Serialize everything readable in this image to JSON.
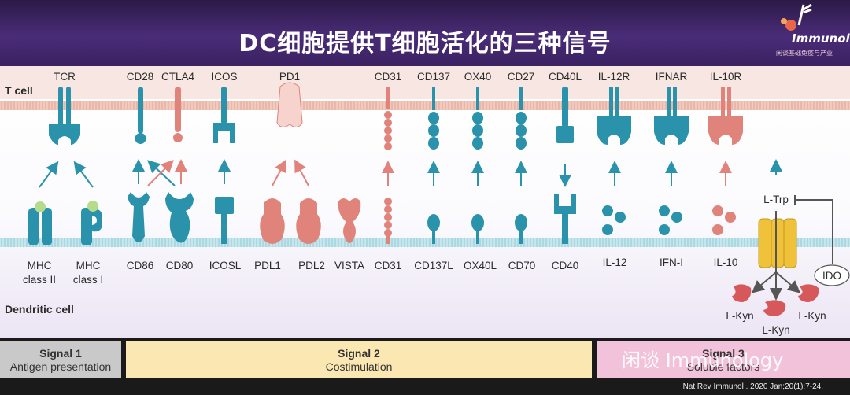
{
  "header": {
    "title": "DC细胞提供T细胞活化的三种信号",
    "logo_text": "Immunology",
    "logo_subtitle": "闲谈基础免疫与产业"
  },
  "cells": {
    "t_cell": "T cell",
    "dendritic_cell": "Dendritic cell"
  },
  "t_receptors": [
    "TCR",
    "CD28",
    "CTLA4",
    "ICOS",
    "PD1",
    "CD31",
    "CD137",
    "OX40",
    "CD27",
    "CD40L",
    "IL-12R",
    "IFNAR",
    "IL-10R"
  ],
  "dc_molecules": {
    "mhc_class_ii": [
      "MHC",
      "class II"
    ],
    "mhc_class_i": [
      "MHC",
      "class I"
    ],
    "ligands": [
      "CD86",
      "CD80",
      "ICOSL",
      "PDL1",
      "PDL2",
      "VISTA",
      "CD31",
      "CD137L",
      "OX40L",
      "CD70",
      "CD40",
      "IL-12",
      "IFN-I",
      "IL-10"
    ]
  },
  "ido_pathway": {
    "trp": "L-Trp",
    "ido": "IDO",
    "kyn": "L-Kyn"
  },
  "signals": [
    {
      "name": "Signal 1",
      "desc": "Antigen presentation"
    },
    {
      "name": "Signal 2",
      "desc": "Costimulation"
    },
    {
      "name": "Signal 3",
      "desc": "Soluble factors"
    }
  ],
  "watermark": "闲谈 Immunology",
  "citation": "Nat Rev Immunol . 2020 Jan;20(1):7-24.",
  "colors": {
    "teal": "#2a93ab",
    "pink": "#e0837a",
    "header": "#3a2161",
    "mhc_peptide": "#b5dc8a",
    "transporter": "#f0c23a"
  }
}
